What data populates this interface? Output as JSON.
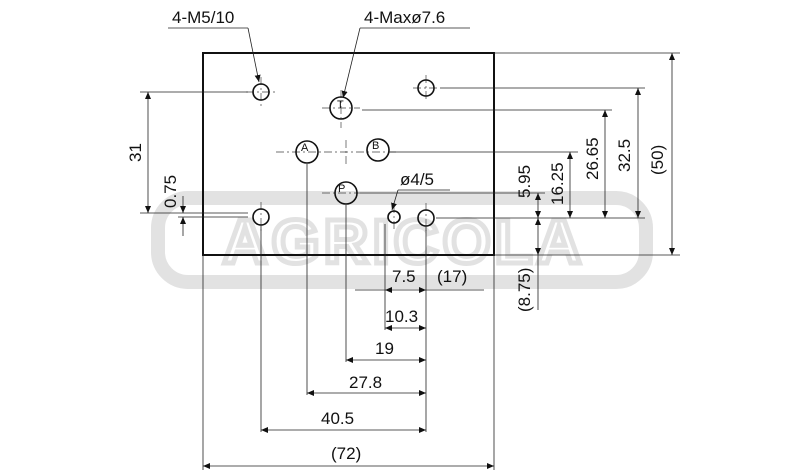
{
  "watermark": {
    "text": "AGRICOLA"
  },
  "callouts": {
    "thread_holes": "4-M5/10",
    "port_holes": "4-Maxø7.6",
    "pin_hole": "ø4/5"
  },
  "ports": {
    "t": "T",
    "a": "A",
    "b": "B",
    "p": "P"
  },
  "dimensions": {
    "horizontal": {
      "d7_5": "7.5",
      "d17": "(17)",
      "d10_3": "10.3",
      "d19": "19",
      "d27_8": "27.8",
      "d40_5": "40.5",
      "d72": "(72)"
    },
    "vertical": {
      "d31": "31",
      "d0_75": "0.75",
      "d5_95": "5.95",
      "d8_75": "(8.75)",
      "d16_25": "16.25",
      "d26_65": "26.65",
      "d32_5": "32.5",
      "d50": "(50)"
    }
  },
  "colors": {
    "line": "#111111",
    "watermark": "#e2e2e2",
    "background": "#ffffff"
  }
}
